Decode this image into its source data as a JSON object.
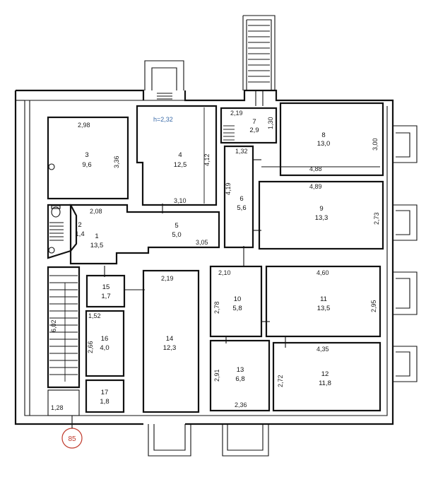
{
  "plan": {
    "badge": "85",
    "height_note": "h=2,32"
  },
  "rooms": [
    {
      "id": "3",
      "area": "9,6"
    },
    {
      "id": "4",
      "area": "12,5"
    },
    {
      "id": "7",
      "area": "2,9"
    },
    {
      "id": "8",
      "area": "13,0"
    },
    {
      "id": "9",
      "area": "13,3"
    },
    {
      "id": "6",
      "area": "5,6"
    },
    {
      "id": "2",
      "area": "1,4"
    },
    {
      "id": "1",
      "area": "13,5"
    },
    {
      "id": "5",
      "area": "5,0"
    },
    {
      "id": "15",
      "area": "1,7"
    },
    {
      "id": "16",
      "area": "4,0"
    },
    {
      "id": "17",
      "area": "1,8"
    },
    {
      "id": "14",
      "area": "12,3"
    },
    {
      "id": "10",
      "area": "5,8"
    },
    {
      "id": "11",
      "area": "13,5"
    },
    {
      "id": "13",
      "area": "6,8"
    },
    {
      "id": "12",
      "area": "11,8"
    }
  ],
  "dimensions": [
    "2,98",
    "3,36",
    "2,08",
    "4,12",
    "3,10",
    "2,19",
    "1,30",
    "1,32",
    "4,19",
    "3,00",
    "4,88",
    "4,89",
    "2,73",
    "3,05",
    "4,60",
    "2,10",
    "2,78",
    "2,95",
    "4,35",
    "2,91",
    "2,72",
    "2,36",
    "1,52",
    "2,66",
    "6,02",
    "1,28",
    "2,19"
  ]
}
